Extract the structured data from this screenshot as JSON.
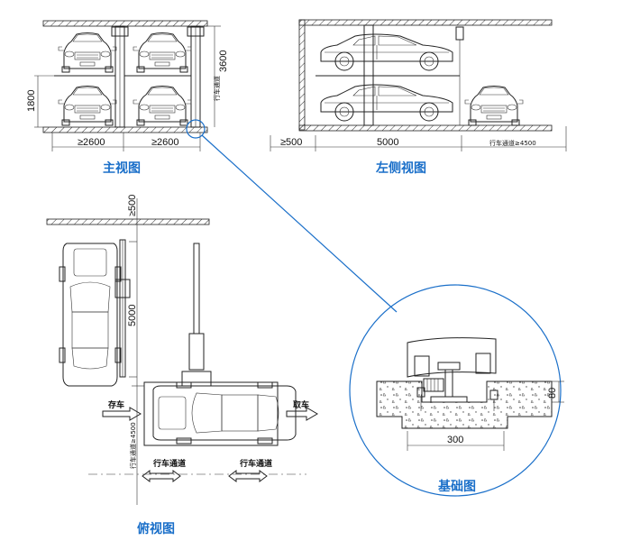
{
  "views": {
    "front": {
      "title": "主视图",
      "dim_total_height": "3600",
      "dim_lower_height": "1800",
      "dim_width_1": "≥2600",
      "dim_width_2": "≥2600",
      "post_label": "行车通道"
    },
    "left": {
      "title": "左侧视图",
      "dim_front_clear": "≥500",
      "dim_length": "5000",
      "dim_lane": "行车通道≥4500"
    },
    "top": {
      "title": "俯视图",
      "dim_top": "≥500",
      "dim_length": "5000",
      "dim_lane": "行车通道≥4500",
      "store_label": "存车",
      "take_label": "取车",
      "lane_label_1": "行车通道",
      "lane_label_2": "行车通道"
    },
    "foundation": {
      "title": "基础图",
      "dim_width": "300",
      "dim_depth": "80"
    }
  },
  "colors": {
    "accent": "#1a6fc9",
    "line": "#222222"
  }
}
